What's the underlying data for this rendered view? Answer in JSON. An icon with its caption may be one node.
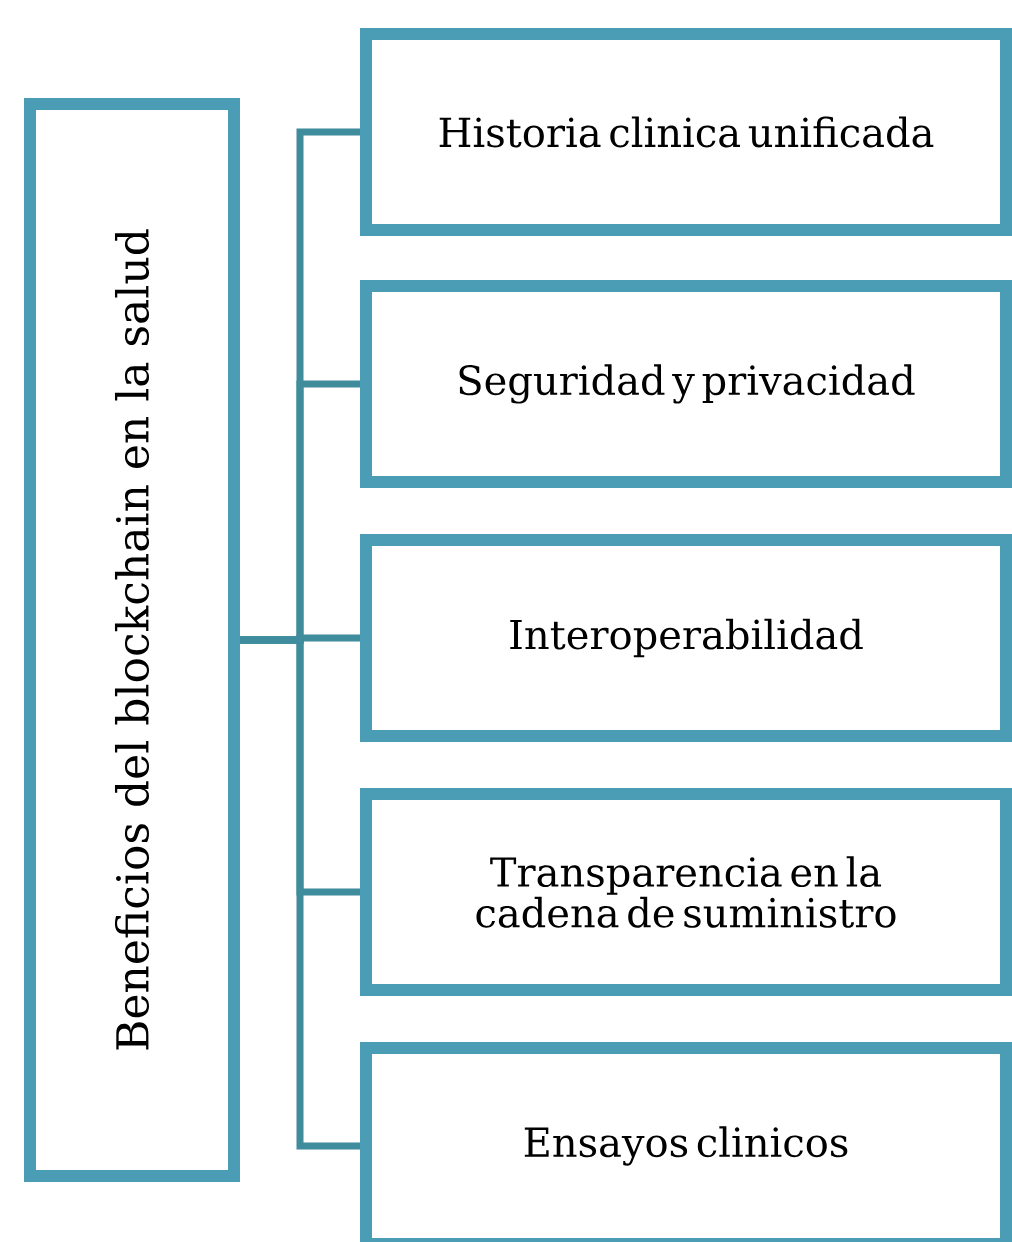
{
  "diagram": {
    "nodes": [
      {
        "text": [
          "Beneficios del blockchain en la salud"
        ]
      },
      {
        "text": [
          "Historia clinica unificada"
        ]
      },
      {
        "text": [
          "Seguridad y privacidad"
        ]
      },
      {
        "text": [
          "Interoperabilidad"
        ]
      },
      {
        "text": [
          "Transparencia en la cadena de suministro"
        ]
      },
      {
        "text": [
          "Ensayos clinicos"
        ]
      }
    ],
    "edges": [
      {
        "from": 0,
        "to": 1,
        "arrow": "none"
      },
      {
        "from": 0,
        "to": 2,
        "arrow": "none"
      },
      {
        "from": 0,
        "to": 3,
        "arrow": "none"
      },
      {
        "from": 0,
        "to": 4,
        "arrow": "none"
      },
      {
        "from": 0,
        "to": 5,
        "arrow": "none"
      }
    ]
  }
}
